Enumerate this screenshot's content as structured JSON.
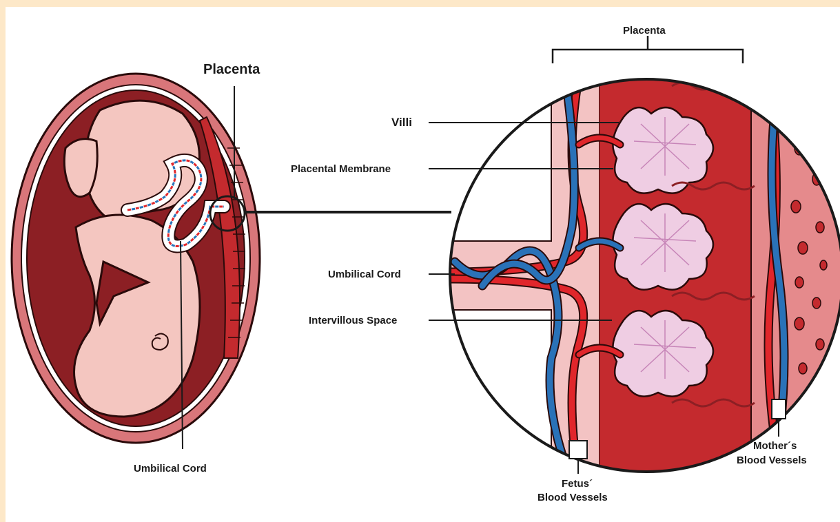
{
  "labels": {
    "placenta_left": "Placenta",
    "umbilical_cord_left": "Umbilical Cord",
    "placenta_top": "Placenta",
    "villi": "Villi",
    "placental_membrane": "Placental Membrane",
    "umbilical_cord_right": "Umbilical Cord",
    "intervillous_space": "Intervillous Space",
    "fetus_vessels_line1": "Fetus´",
    "fetus_vessels_line2": "Blood Vessels",
    "mother_vessels_line1": "Mother´s",
    "mother_vessels_line2": "Blood Vessels"
  },
  "colors": {
    "background": "#fde8c8",
    "uterus_outer": "#d9767a",
    "uterus_cavity": "#8c1f24",
    "fetus_skin": "#f4c6c0",
    "placenta_red": "#c42a2e",
    "artery_red": "#e0262b",
    "vein_blue": "#2a72b8",
    "villi_pink": "#efcde3",
    "membrane_pink": "#f3b7b8"
  }
}
